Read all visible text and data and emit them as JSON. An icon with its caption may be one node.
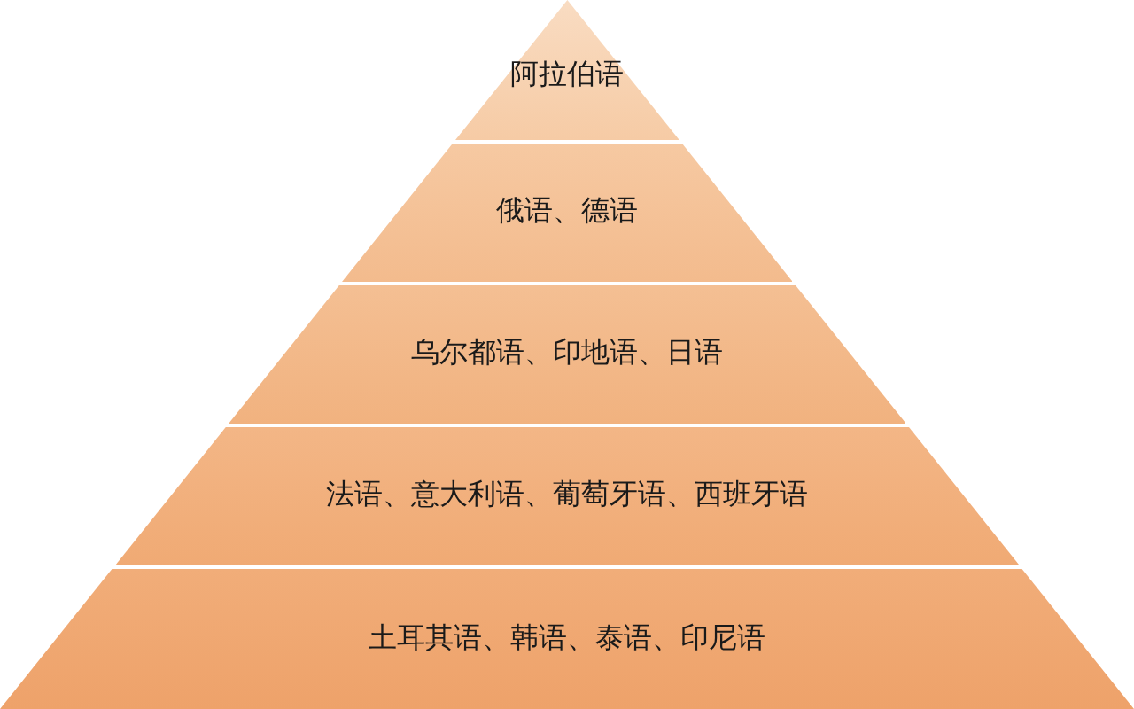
{
  "diagram": {
    "nodes": [
      {
        "text": [
          "阿拉伯语"
        ]
      },
      {
        "text": [
          "俄语、德语"
        ]
      },
      {
        "text": [
          "乌尔都语、印地语、日语"
        ]
      },
      {
        "text": [
          "法语、意大利语、葡萄牙语、西班牙语"
        ]
      },
      {
        "text": [
          "土耳其语、韩语、泰语、印尼语"
        ]
      }
    ]
  }
}
